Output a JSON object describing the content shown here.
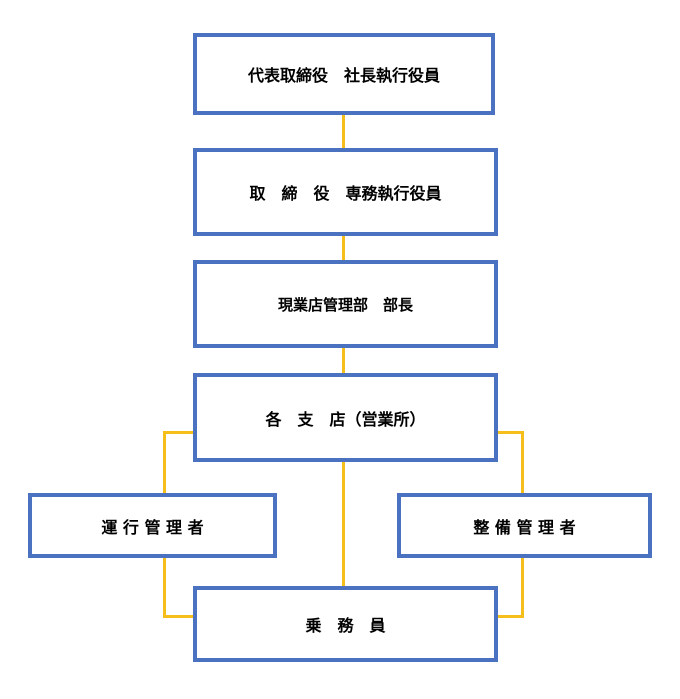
{
  "colors": {
    "box_border": "#4a72c0",
    "connector": "#f5be1a",
    "text": "#000000",
    "background": "#ffffff"
  },
  "nodes": {
    "representative_director": "代表取締役　社長執行役員",
    "director": "取　締　役　専務執行役員",
    "department_head": "現業店管理部　部長",
    "branch": "各　支　店（営業所）",
    "operation_manager": "運 行 管 理 者",
    "maintenance_manager": "整 備 管 理 者",
    "crew": "乗　務　員"
  }
}
